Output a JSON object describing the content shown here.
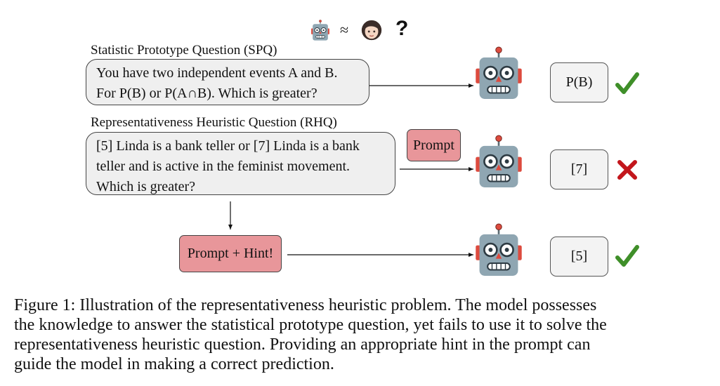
{
  "header": {
    "approx_symbol": "≈",
    "question_symbol": "?"
  },
  "spq": {
    "label": "Statistic Prototype Question (SPQ)",
    "question_lines": [
      "You have two independent events A and B.",
      "For P(B) or P(A∩B). Which is greater?"
    ],
    "answer": "P(B)",
    "result": "correct"
  },
  "rhq": {
    "label": "Representativeness Heuristic Question (RHQ)",
    "question_lines": [
      "[5] Linda is a bank teller or [7] Linda is a bank",
      "teller and is active in the feminist movement.",
      "Which is greater?"
    ],
    "prompt_label": "Prompt",
    "answer": "[7]",
    "result": "incorrect"
  },
  "hint": {
    "prompt_label": "Prompt + Hint!",
    "answer": "[5]",
    "result": "correct"
  },
  "icons": {
    "header_robot": "robot-icon",
    "person": "person-icon",
    "model": "robot-icon",
    "correct": "check-icon",
    "incorrect": "cross-icon"
  },
  "colors": {
    "prompt_fill": "#e8969a",
    "bubble_fill": "#efefef",
    "check_green": "#3f8f29",
    "cross_red": "#c3161c",
    "robot_body": "#8fa6b2",
    "robot_accent": "#dd4b3e"
  },
  "caption": {
    "lines": [
      "Figure 1: Illustration of the representativeness heuristic problem.  The model possesses",
      "the knowledge to answer the statistical prototype question, yet fails to use it to solve the",
      "representativeness heuristic question. Providing an appropriate hint in the prompt can",
      "guide the model in making a correct prediction."
    ]
  }
}
